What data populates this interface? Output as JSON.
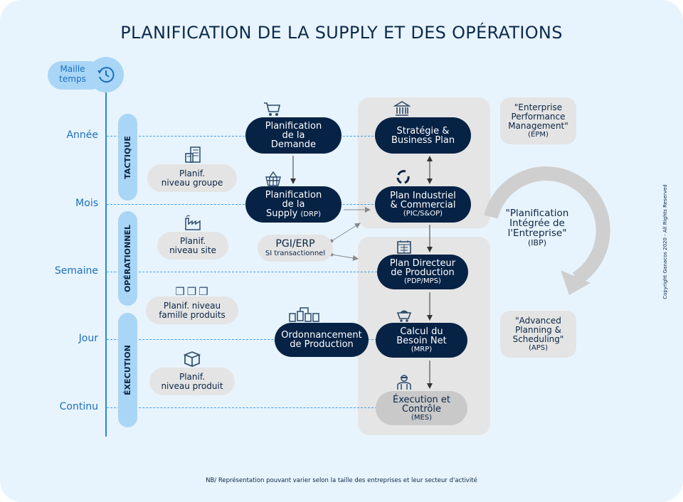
{
  "title": "PLANIFICATION DE LA SUPPLY ET DES OPÉRATIONS",
  "maille": {
    "line1": "Maille",
    "line2": "temps",
    "icon": "clock-history-icon"
  },
  "time_levels": [
    "Année",
    "Mois",
    "Semaine",
    "Jour",
    "Continu"
  ],
  "phases": [
    "TACTIQUE",
    "OPÉRATIONNEL",
    "ÉXECUTION"
  ],
  "levels": {
    "groupe": {
      "l1": "Planif.",
      "l2": "niveau groupe"
    },
    "site": {
      "l1": "Planif.",
      "l2": "niveau site"
    },
    "famille": {
      "l1": "Planif. niveau",
      "l2": "famille produits"
    },
    "produit": {
      "l1": "Planif.",
      "l2": "niveau produit"
    }
  },
  "nodes": {
    "demande": {
      "l1": "Planification",
      "l2": "de la",
      "l3": "Demande"
    },
    "supply": {
      "l1": "Planification",
      "l2": "de la",
      "l3": "Supply",
      "sub": "(DRP)"
    },
    "pgi": {
      "l1": "PGI/ERP",
      "sub": "SI transactionnel"
    },
    "ordo": {
      "l1": "Ordonnancement",
      "l2": "de Production"
    },
    "strategie": {
      "l1": "Stratégie &",
      "l2": "Business Plan"
    },
    "pic": {
      "l1": "Plan Industriel",
      "l2": "& Commercial",
      "sub": "(PIC/S&OP)"
    },
    "pdp": {
      "l1": "Plan Directeur",
      "l2": "de Production",
      "sub": "(PDP/MPS)"
    },
    "mrp": {
      "l1": "Calcul du",
      "l2": "Besoin Net",
      "sub": "(MRP)"
    },
    "mes": {
      "l1": "Éxecution et",
      "l2": "Contrôle",
      "sub": "(MES)"
    }
  },
  "side": {
    "epm": {
      "l1": "\"Enterprise",
      "l2": "Performance",
      "l3": "Management\"",
      "sub": "(EPM)"
    },
    "ibp": {
      "l1": "\"Planification",
      "l2": "Intégrée de",
      "l3": "l'Entreprise\"",
      "sub": "(IBP)"
    },
    "aps": {
      "l1": "\"Advanced",
      "l2": "Planning &",
      "l3": "Scheduling\"",
      "sub": "(APS)"
    }
  },
  "copyright": "Copyright Ganacos 2020 - All Rights Reserved",
  "footnote": "NB/ Représentation pouvant varier selon la taille des entreprises et leur secteur d'activité",
  "colors": {
    "dark": "#062245",
    "accent": "#1a6fbf",
    "light": "#a9d6f7",
    "gray": "#e5e5e5"
  }
}
